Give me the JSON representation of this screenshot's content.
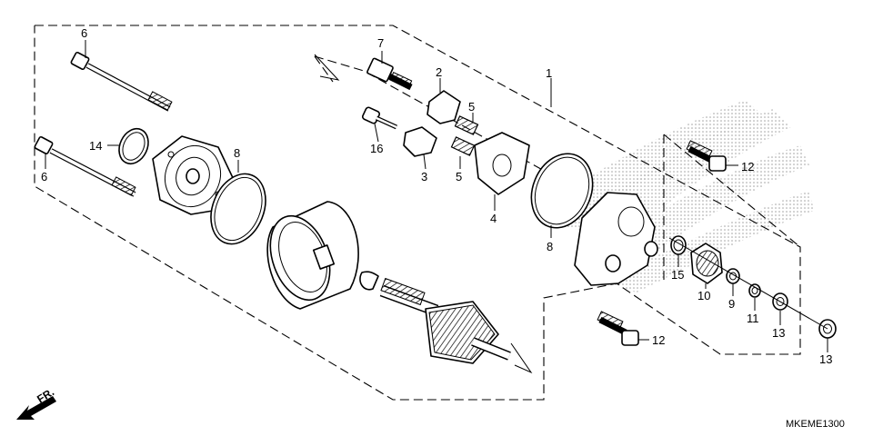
{
  "diagram": {
    "diagram_code": "MKEME1300",
    "front_label": "FR.",
    "callouts": [
      {
        "id": "c1",
        "label": "1"
      },
      {
        "id": "c2",
        "label": "2"
      },
      {
        "id": "c3",
        "label": "3"
      },
      {
        "id": "c4",
        "label": "4"
      },
      {
        "id": "c5a",
        "label": "5"
      },
      {
        "id": "c5b",
        "label": "5"
      },
      {
        "id": "c6a",
        "label": "6"
      },
      {
        "id": "c6b",
        "label": "6"
      },
      {
        "id": "c7",
        "label": "7"
      },
      {
        "id": "c8a",
        "label": "8"
      },
      {
        "id": "c8b",
        "label": "8"
      },
      {
        "id": "c9",
        "label": "9"
      },
      {
        "id": "c10",
        "label": "10"
      },
      {
        "id": "c11",
        "label": "11"
      },
      {
        "id": "c12a",
        "label": "12"
      },
      {
        "id": "c12b",
        "label": "12"
      },
      {
        "id": "c13a",
        "label": "13"
      },
      {
        "id": "c13b",
        "label": "13"
      },
      {
        "id": "c14",
        "label": "14"
      },
      {
        "id": "c15",
        "label": "15"
      },
      {
        "id": "c16",
        "label": "16"
      }
    ]
  }
}
